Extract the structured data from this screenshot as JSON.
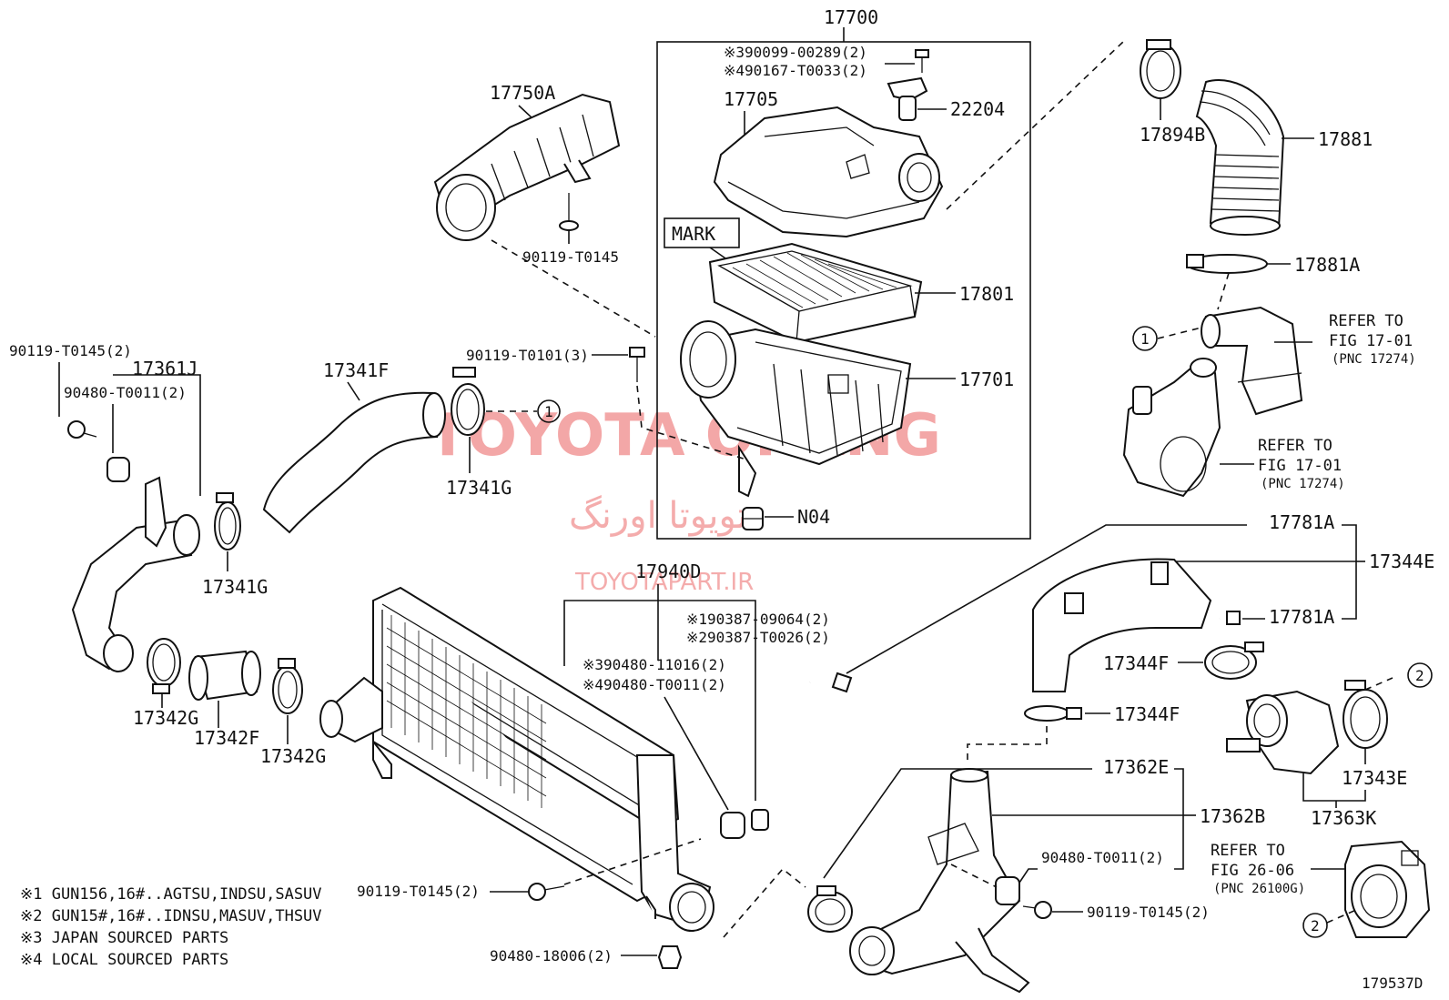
{
  "watermark": {
    "brand": "TOYOTA ORANG",
    "persian": "تویوتا اورنگ",
    "url": "TOYOTAPART.IR"
  },
  "labels": {
    "p17700": "17700",
    "p17750A": "17750A",
    "p17705": "17705",
    "p22204": "22204",
    "p90099": "※390099-00289(2)",
    "p90167": "※490167-T0033(2)",
    "pMark": "MARK",
    "p17801": "17801",
    "p17701": "17701",
    "pN04": "N04",
    "p90119_T0145_top": "90119-T0145",
    "p90119_T0101": "90119-T0101(3)",
    "p90119_T0145_left": "90119-T0145(2)",
    "p17361J": "17361J",
    "p90480_T0011_left": "90480-T0011(2)",
    "p17341F": "17341F",
    "p17341G_a": "17341G",
    "p17341G_b": "17341G",
    "p17342G_a": "17342G",
    "p17342F": "17342F",
    "p17342G_b": "17342G",
    "p17940D": "17940D",
    "p90387_09064": "※190387-09064(2)",
    "p90387_T0026": "※290387-T0026(2)",
    "p90480_11016": "※390480-11016(2)",
    "p90480_T0011_mid": "※490480-T0011(2)",
    "p90119_T0145_bottom": "90119-T0145(2)",
    "p90480_18006": "90480-18006(2)",
    "p17894B": "17894B",
    "p17881": "17881",
    "p17881A": "17881A",
    "ref1_line1": "REFER TO",
    "ref1_line2": "FIG 17-01",
    "ref1_pnc": "(PNC 17274)",
    "ref2_line1": "REFER TO",
    "ref2_line2": "FIG 17-01",
    "ref2_pnc": "(PNC 17274)",
    "p17781A_a": "17781A",
    "p17344E": "17344E",
    "p17781A_b": "17781A",
    "p17344F_a": "17344F",
    "p17344F_b": "17344F",
    "p17343E": "17343E",
    "p17363K": "17363K",
    "p17362E": "17362E",
    "p17362B": "17362B",
    "p90480_T0011_right": "90480-T0011(2)",
    "p90119_T0145_right": "90119-T0145(2)",
    "ref3_line1": "REFER TO",
    "ref3_line2": "FIG 26-06",
    "ref3_pnc": "(PNC 26100G)",
    "callout1": "1",
    "callout2": "2",
    "figure_id": "179537D"
  },
  "notes": [
    "※1 GUN156,16#..AGTSU,INDSU,SASUV",
    "※2 GUN15#,16#..IDNSU,MASUV,THSUV",
    "※3 JAPAN SOURCED PARTS",
    "※4 LOCAL SOURCED PARTS"
  ]
}
